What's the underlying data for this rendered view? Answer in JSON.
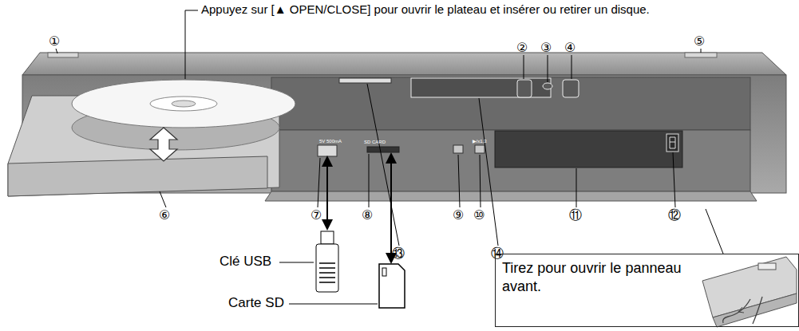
{
  "diagram": {
    "nodes": [
      {
        "text": [
          "Tirez pour ouvrir le panneau avant."
        ]
      }
    ],
    "labels": [
      "Appuyez sur [▲ OPEN/CLOSE] pour ouvrir le plateau et insérer ou retirer un disque.",
      "①",
      "②",
      "③",
      "④",
      "⑤",
      "⑥",
      "⑦",
      "⑧",
      "⑨",
      "⑩",
      "⑪",
      "⑫",
      "⑬",
      "⑭",
      "Clé USB",
      "Carte SD",
      "5V 500mA",
      "SD CARD",
      "▶/x1.3"
    ]
  }
}
